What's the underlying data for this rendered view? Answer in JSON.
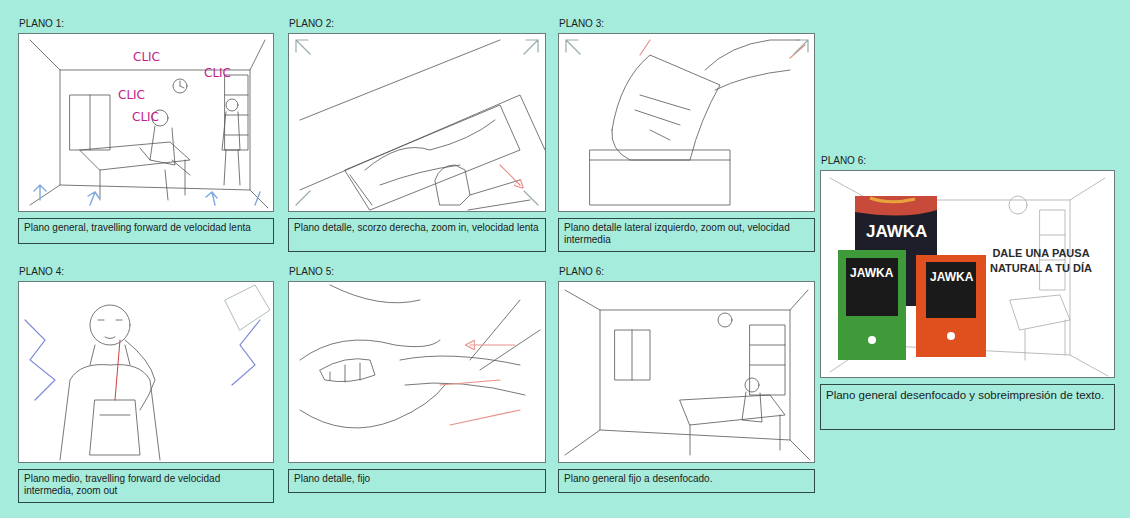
{
  "diagram": {
    "nodes": [
      {
        "text": [
          "PLANO 1:"
        ]
      },
      {
        "text": [
          "Plano general, travelling forward de velocidad lenta"
        ]
      },
      {
        "text": [
          "PLANO 2:"
        ]
      },
      {
        "text": [
          "Plano detalle, scorzo derecha, zoom in, velocidad lenta"
        ]
      },
      {
        "text": [
          "PLANO 3:"
        ]
      },
      {
        "text": [
          "Plano detalle lateral izquierdo, zoom out, velocidad intermedia"
        ]
      },
      {
        "text": [
          "PLANO 4:"
        ]
      },
      {
        "text": [
          "Plano medio, travelling forward de velocidad intermedia, zoom out"
        ]
      },
      {
        "text": [
          "PLANO 5:"
        ]
      },
      {
        "text": [
          "Plano detalle, fijo"
        ]
      },
      {
        "text": [
          "PLANO 6:"
        ]
      },
      {
        "text": [
          "Plano general fijo a desenfocado."
        ]
      },
      {
        "text": [
          "PLANO 6:"
        ]
      },
      {
        "text": [
          "Plano general desenfocado y sobreimpresión de texto."
        ]
      }
    ],
    "labels": [
      "CLIC",
      "CLIC",
      "CLIC",
      "CLIC",
      "JAWKA",
      "JAWKA",
      "JAWKA",
      "DALE UNA PAUSA NATURAL A TU DÍA"
    ]
  }
}
